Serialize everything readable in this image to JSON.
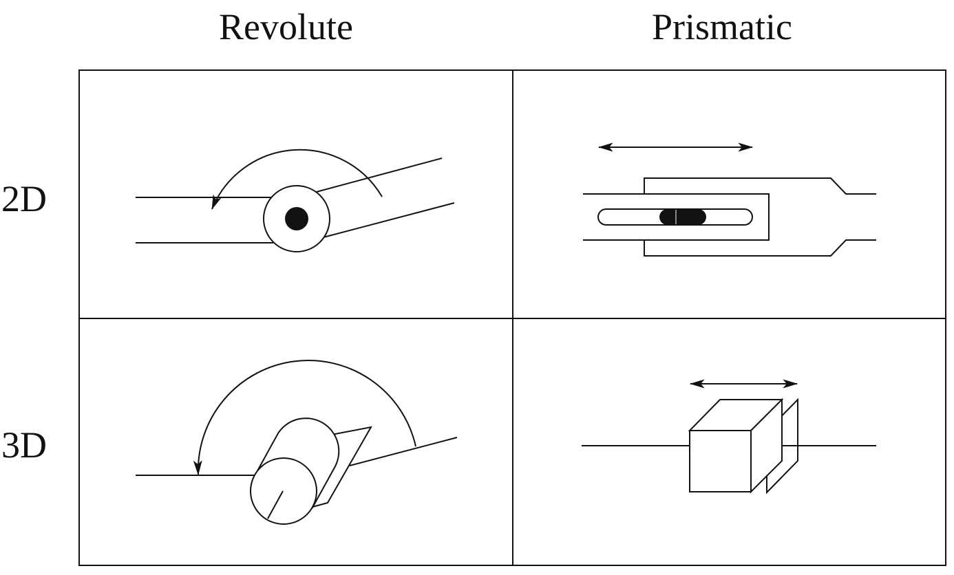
{
  "columns": {
    "revolute": "Revolute",
    "prismatic": "Prismatic"
  },
  "rows": {
    "two_d": "2D",
    "three_d": "3D"
  },
  "colors": {
    "ink": "#111111",
    "background": "#ffffff"
  }
}
